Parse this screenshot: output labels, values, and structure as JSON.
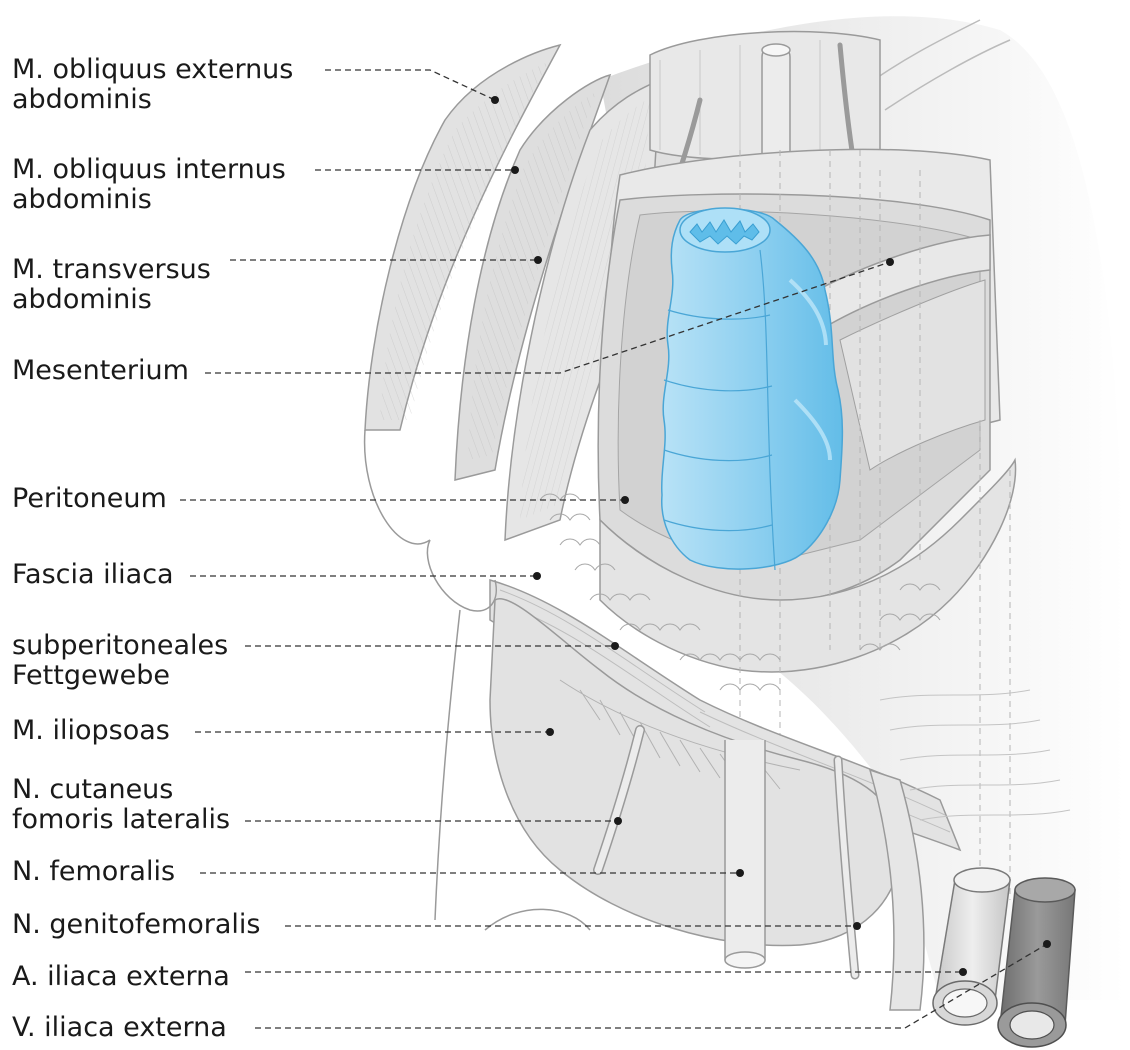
{
  "labels": [
    {
      "id": "obliquus-externus",
      "lines": [
        "M. obliquus externus",
        "abdominis"
      ]
    },
    {
      "id": "obliquus-internus",
      "lines": [
        "M. obliquus internus",
        "abdominis"
      ]
    },
    {
      "id": "transversus",
      "lines": [
        "M. transversus",
        "abdominis"
      ]
    },
    {
      "id": "mesenterium",
      "lines": [
        "Mesenterium"
      ]
    },
    {
      "id": "peritoneum",
      "lines": [
        "Peritoneum"
      ]
    },
    {
      "id": "fascia-iliaca",
      "lines": [
        "Fascia iliaca"
      ]
    },
    {
      "id": "subperitoneales",
      "lines": [
        "subperitoneales",
        "Fettgewebe"
      ]
    },
    {
      "id": "iliopsoas",
      "lines": [
        "M. iliopsoas"
      ]
    },
    {
      "id": "cutaneus",
      "lines": [
        "N. cutaneus",
        "fomoris lateralis"
      ]
    },
    {
      "id": "femoralis",
      "lines": [
        "N. femoralis"
      ]
    },
    {
      "id": "genitofemoralis",
      "lines": [
        "N. genitofemoralis"
      ]
    },
    {
      "id": "a-iliaca",
      "lines": [
        "A. iliaca externa"
      ]
    },
    {
      "id": "v-iliaca",
      "lines": [
        "V. iliaca externa"
      ]
    }
  ],
  "colors": {
    "muscle": "#e4e4e4",
    "muscle_dark": "#cfcfcf",
    "muscle_light": "#f1f1f1",
    "line": "#9a9a9a",
    "leader": "#333333",
    "colon": "#8fd0f0",
    "colon_light": "#c4e8f8",
    "colon_dark": "#5db8e6",
    "artery": "#d9d9d9",
    "vein": "#8a8a8a"
  }
}
